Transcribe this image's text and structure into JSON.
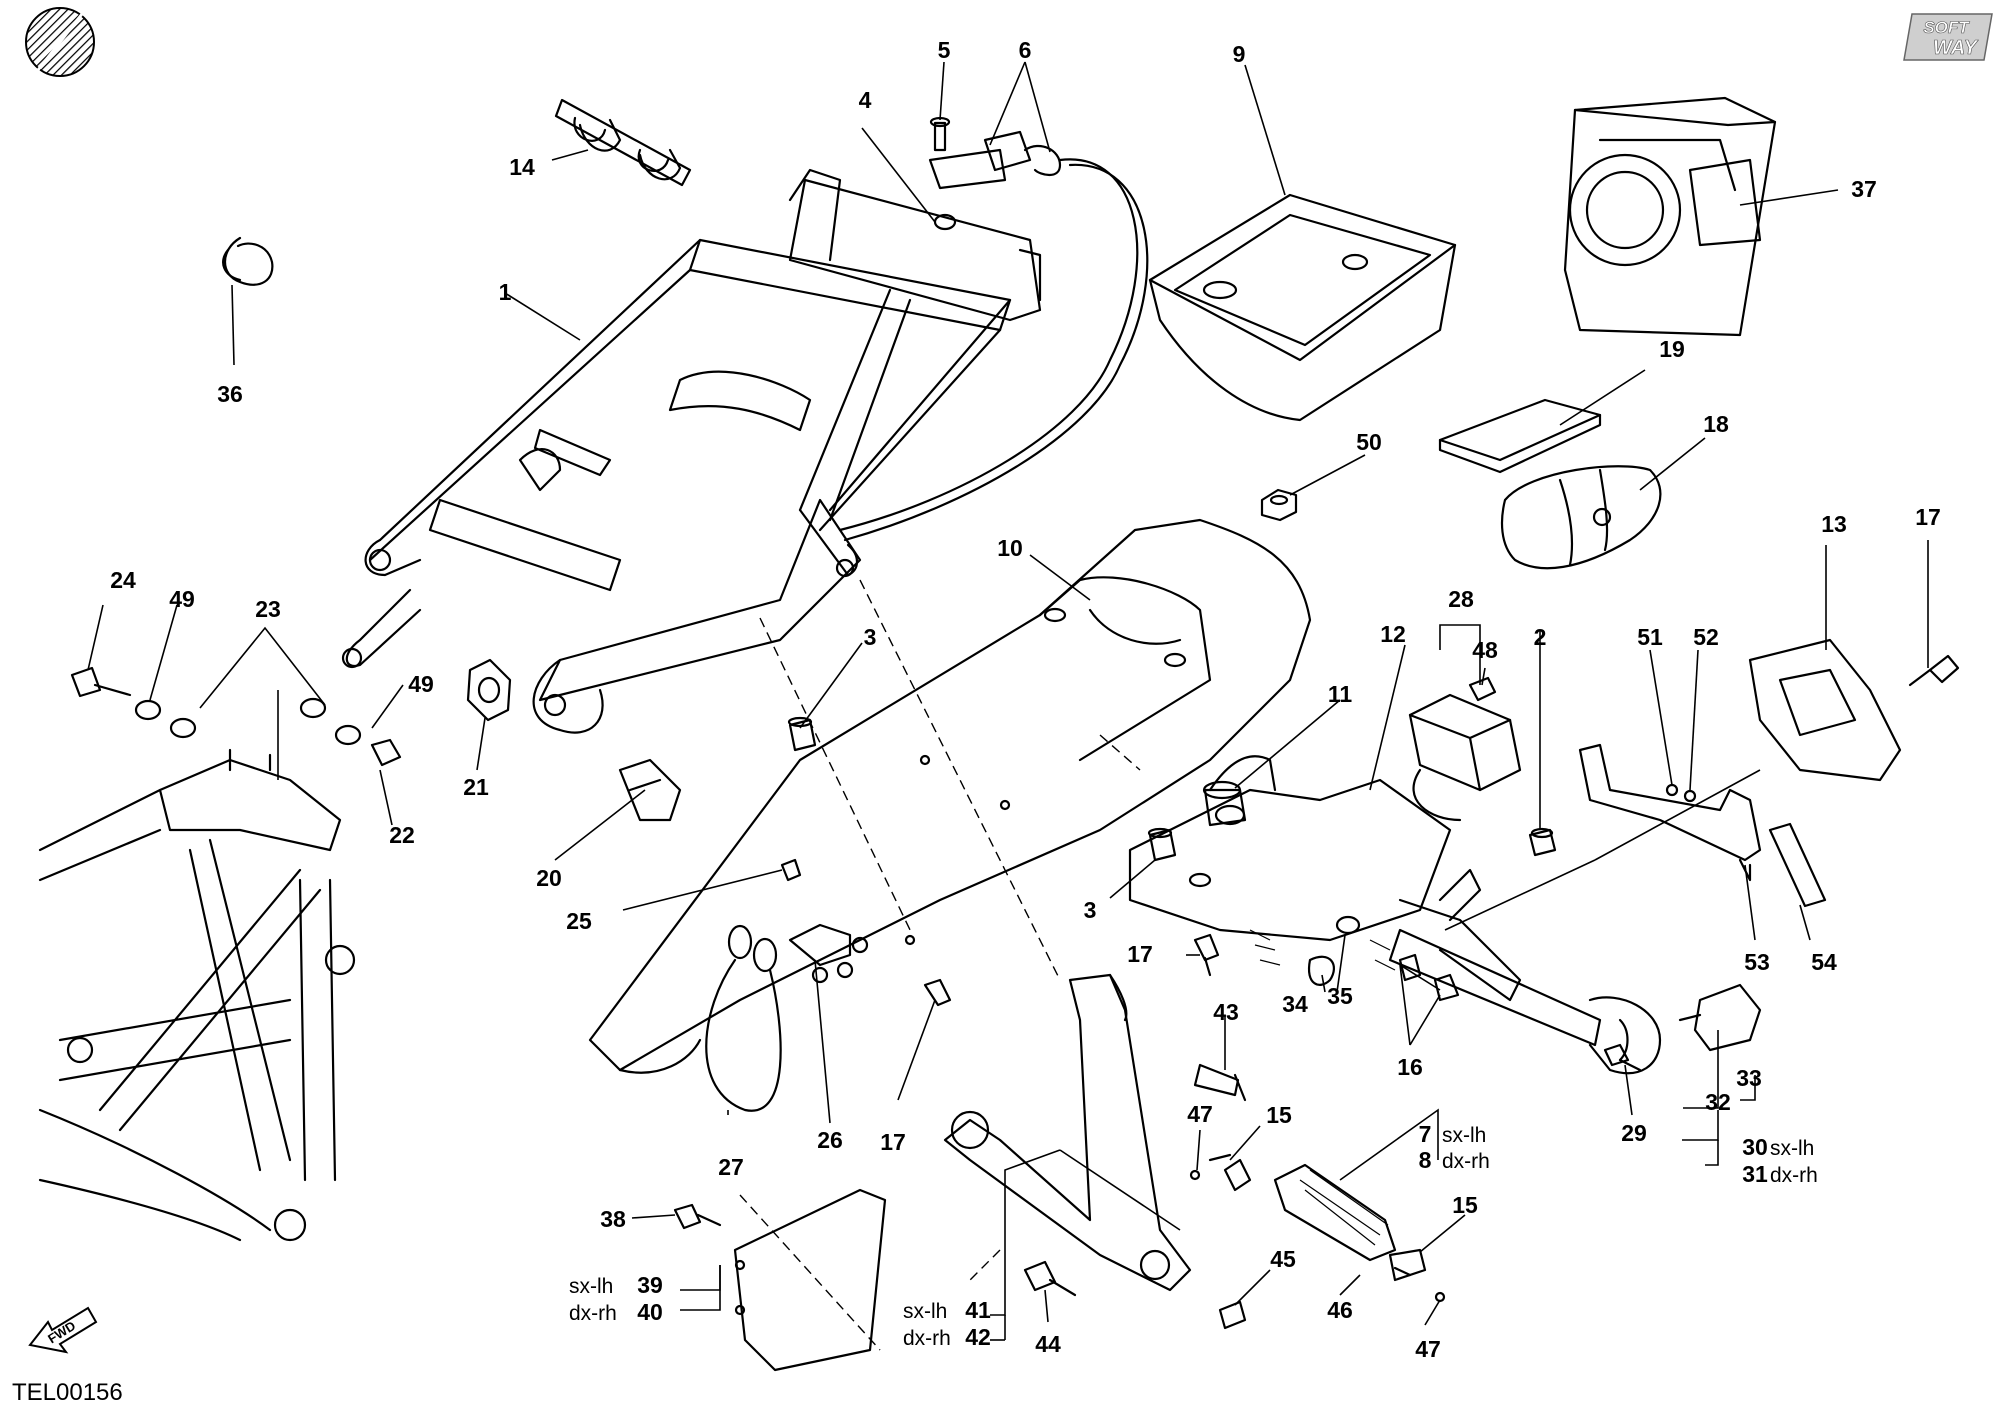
{
  "drawing_code": "TEL00156",
  "brand_logo": {
    "line1": "SOFT",
    "line2": "WAY"
  },
  "fwd_arrow_label": "FWD",
  "callouts": [
    "1",
    "2",
    "3",
    "3",
    "4",
    "5",
    "6",
    "9",
    "10",
    "11",
    "12",
    "13",
    "14",
    "15",
    "15",
    "16",
    "17",
    "17",
    "17",
    "18",
    "19",
    "20",
    "21",
    "22",
    "23",
    "24",
    "25",
    "26",
    "27",
    "28",
    "29",
    "32",
    "33",
    "34",
    "35",
    "36",
    "37",
    "38",
    "43",
    "44",
    "45",
    "46",
    "47",
    "47",
    "48",
    "49",
    "49",
    "50",
    "51",
    "52",
    "53",
    "54"
  ],
  "variant_labels": {
    "p7": {
      "side": "sx-lh",
      "num": "7"
    },
    "p8": {
      "side": "dx-rh",
      "num": "8"
    },
    "p30": {
      "side": "sx-lh",
      "num": "30"
    },
    "p31": {
      "side": "dx-rh",
      "num": "31"
    },
    "p39": {
      "side": "sx-lh",
      "num": "39"
    },
    "p40": {
      "side": "dx-rh",
      "num": "40"
    },
    "p41": {
      "side": "sx-lh",
      "num": "41"
    },
    "p42": {
      "side": "dx-rh",
      "num": "42"
    }
  },
  "icons": [
    "round-hatched-badge-icon",
    "softway-logo",
    "fwd-arrow-icon"
  ]
}
